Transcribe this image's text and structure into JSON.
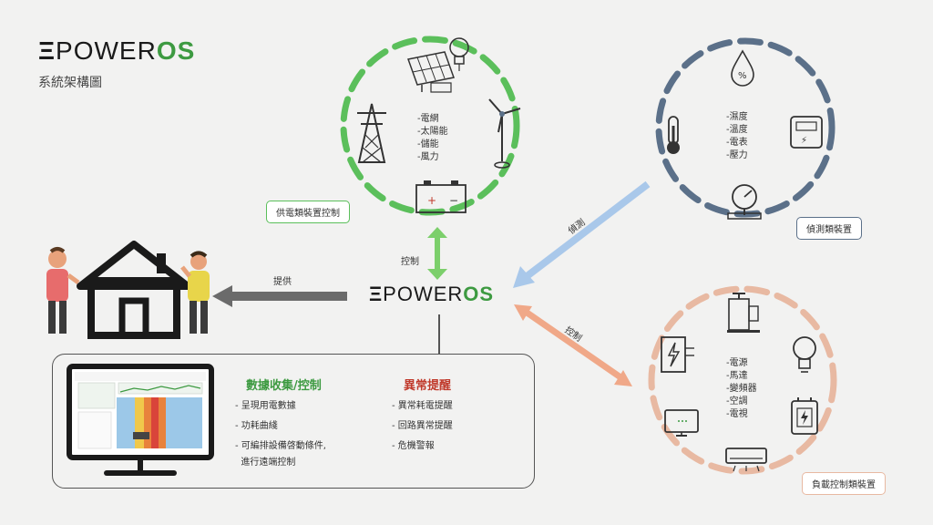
{
  "brand": {
    "logo_main": "POWER",
    "logo_accent": "OS",
    "subtitle": "系統架構圖",
    "os_color": "#3d9a41"
  },
  "supply": {
    "items": [
      "-電網",
      "-太陽能",
      "-儲能",
      "-風力"
    ],
    "tag": "供電類裝置控制",
    "ring_color": "#5bbf5b"
  },
  "sensing": {
    "items": [
      "-濕度",
      "-溫度",
      "-電表",
      "-壓力"
    ],
    "tag": "偵測類裝置",
    "ring_color": "#5b7089"
  },
  "load": {
    "items": [
      "-電源",
      "-馬達",
      "-變頻器",
      "-空調",
      "-電視"
    ],
    "tag": "負載控制類裝置",
    "ring_color": "#e8b9a2"
  },
  "arrows": {
    "control_vertical": "控制",
    "detect": "偵測",
    "control_load": "控制",
    "provide": "提供"
  },
  "features": {
    "data_title": "數據收集/控制",
    "data_items": [
      "- 呈現用電數據",
      "- 功耗曲綫",
      "- 可編排設備啓動條件,",
      "  進行遠端控制"
    ],
    "alert_title": "異常提醒",
    "alert_items": [
      "- 異常耗電提醒",
      "- 回路異常提醒",
      "- 危機警報"
    ],
    "data_color": "#3d9a41",
    "alert_color": "#c0392b"
  },
  "icons": {
    "supply": [
      "power-tower-icon",
      "solar-panel-icon",
      "light-bulb-icon",
      "wind-turbine-icon",
      "battery-icon"
    ],
    "sensing": [
      "humidity-drops-icon",
      "thermometer-icon",
      "power-meter-icon",
      "pressure-gauge-icon"
    ],
    "load": [
      "motor-pump-icon",
      "power-source-icon",
      "light-bulb-icon",
      "television-icon",
      "inverter-icon",
      "air-conditioner-icon"
    ],
    "home": [
      "house-icon",
      "person-left-icon",
      "person-right-icon"
    ],
    "panel": [
      "monitor-icon"
    ]
  }
}
